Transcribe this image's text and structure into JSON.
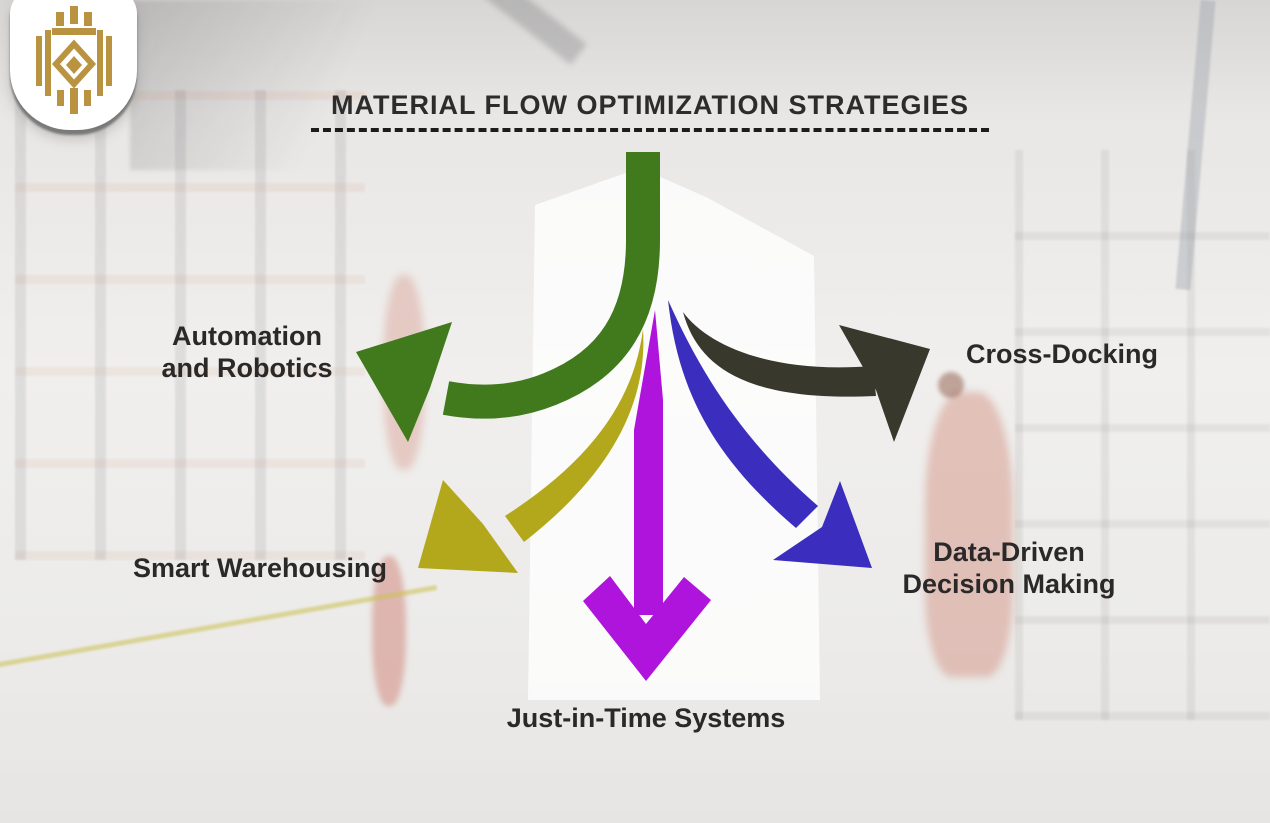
{
  "header": {
    "title": "MATERIAL FLOW OPTIMIZATION STRATEGIES"
  },
  "logo": {
    "icon": "gold-crest-emblem",
    "gold_color": "#ba9340"
  },
  "background": {
    "description": "Faded warehouse interior: pallet racks, shrink-wrapped pallet stack in center, two workers in red, yellow floor marking"
  },
  "strategies": [
    {
      "name": "Automation and Robotics",
      "lines": [
        "Automation",
        "and Robotics"
      ],
      "arrow_color": "#41791d",
      "arrow_direction": "upper-left"
    },
    {
      "name": "Cross-Docking",
      "lines": [
        "Cross-Docking"
      ],
      "arrow_color": "#39382c",
      "arrow_direction": "upper-right"
    },
    {
      "name": "Smart Warehousing",
      "lines": [
        "Smart Warehousing"
      ],
      "arrow_color": "#b3a81c",
      "arrow_direction": "lower-left"
    },
    {
      "name": "Data-Driven Decision Making",
      "lines": [
        "Data-Driven",
        "Decision Making"
      ],
      "arrow_color": "#3b2dbd",
      "arrow_direction": "lower-right"
    },
    {
      "name": "Just-in-Time Systems",
      "lines": [
        "Just-in-Time Systems"
      ],
      "arrow_color": "#ae14dc",
      "arrow_direction": "down"
    }
  ],
  "colors": {
    "title_text": "#2d2b2b",
    "label_text": "#2a2828"
  }
}
